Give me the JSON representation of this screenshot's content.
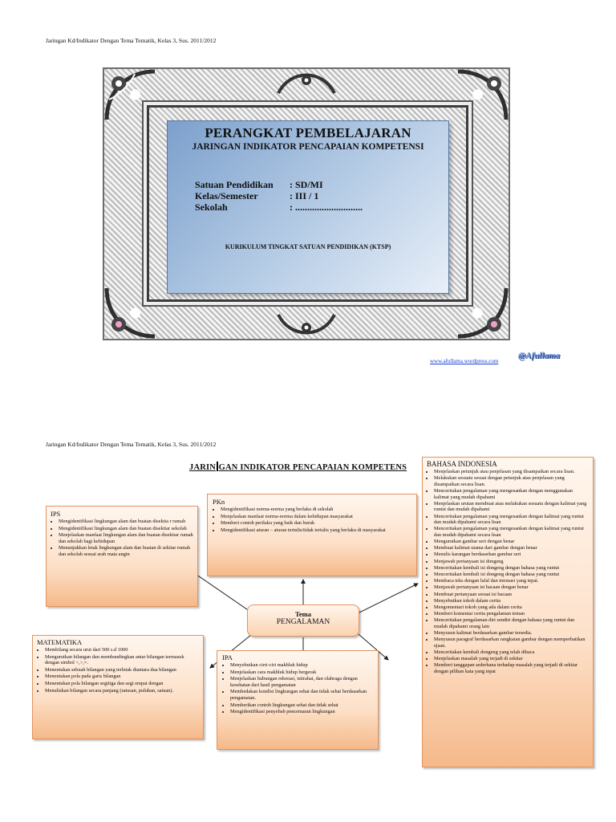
{
  "page1": {
    "header": "Jaringan Kd/Indikator Dengan Tema Tematik, Kelas 3, Sus. 2011/2012",
    "cover": {
      "title": "PERANGKAT PEMBELAJARAN",
      "subtitle": "JARINGAN INDIKATOR PENCAPAIAN KOMPETENSI",
      "rows": [
        {
          "label": "Satuan Pendidikan",
          "value": ": SD/MI"
        },
        {
          "label": "Kelas/Semester",
          "value": ": III / 1"
        },
        {
          "label": "Sekolah",
          "value": ": ............................"
        }
      ],
      "curriculum": "KURIKULUM TINGKAT SATUAN PENDIDIKAN (KTSP)"
    },
    "link": "www.afullama.wordpress.com",
    "handle": "@Afullama"
  },
  "page2": {
    "header": "Jaringan Kd/Indikator Dengan Tema Tematik, Kelas 3, Sus. 2011/2012",
    "map_title_a": "JARIN",
    "map_title_b": "GAN INDIKATOR PENCAPAIAN KOMPETENS",
    "center": {
      "line1": "Tema",
      "line2": "PENGALAMAN"
    },
    "ips": {
      "title": "IPS",
      "items": [
        "Mengidentifikasi lingkungan alam dan buatan disekita r rumah",
        "Mengidentifikasi lingkungan alam dan buatan disekitar sekolah",
        "Menjelaskan manfaat lingkungan alam dan buatan disekitar rumah dan sekolah bagi kehidupan",
        "Menunjukkan letak lingkungan alam dan buatan di sekitar rumah dan sekolah sesuai arah mata angin"
      ]
    },
    "pkn": {
      "title": "PKn",
      "items": [
        "Mengidentifikasi norma-norma yang berlaku di sekolah",
        "Menjelaskan manfaat norma-norma dalam kehidupan masyarakat",
        "Memberi contoh perilaku yang baik dan buruk",
        "Mengidentifikasi aturan – aturan tertulis/tidak tertulis yang berlaku di masyarakat"
      ]
    },
    "matematika": {
      "title": "MATEMATIKA",
      "items": [
        "Membilang secara urut dari 500 s.d 1000",
        "Mengurutkan bilangan dan membandingkan antar bilangan termasuk dengan simbol <,>,=.",
        "Menentukan sebuah bilangan yang terletak diantara dua bilangan",
        "Menentukan pola pada garis bilangan",
        "Menentukan pola bilangan segitiga dan segi empat dengan",
        "Menuliskan bilangan secara panjang (ratusan, puluhan, satuan)."
      ]
    },
    "ipa": {
      "title": "IPA",
      "items": [
        "Menyebutkan cirri-ciri makhluk hidup",
        "Menjelaskan cara makhluk hidup bergerak",
        "Menjelaskan hubungan rekreasi, istirahat, dan olahraga dengan kesehatan dari hasil pengamatan",
        "Membedakan kondisi lingkungan sehat dan tidak sehat berdasarkan pengamatan.",
        "Memberikan contoh lingkungan sehat dan tidak sehat",
        "Mengidentifikasi penyebab pencemaran lingkungan"
      ]
    },
    "bahasa": {
      "title": "BAHASA INDONESIA",
      "items": [
        "Menjelaskan petunjuk atau penjelasan yang disampaikan secara lisan.",
        "Melakukan sesuatu sesuai dengan petunjuk atau penjelasan yang disampaikan secara lisan.",
        "Menceritakan pengalaman yang mengesankan dengan menggunakan kalimat yang mudah dipahami",
        "Menjelaskan urutan membuat atau melakukan sesuatu dengan kalimat yang runtut dan mudah dipahami",
        "Menceritakan pengalaman yang mengesankan dengan kalimat yang runtut dan mudah dipahami secara lisan",
        "Menceritakan pengalaman yang mengesankan dengan kalimat yang runtut dan mudah dipahami secara lisan",
        "Mengurutkan gambar seri dengan benar",
        "Membuat kalimat utama dari gambar dengan benar",
        "Menulis karangan berdasarkan gambar seri",
        "Menjawab pertanyaan isi dongeng",
        "Menceritakan kembali isi dongeng dengan bahasa yang runtut",
        "Menceritakan kembali isi dongeng dengan bahasa yang runtut",
        "Membaca teks dengan lafal dan intonasi yang tepat.",
        "Menjawab pertanyaan isi bacaan dengan benar",
        "Membuat pertanyaan sesuai isi bacaan",
        "Menyebutkan tokoh dalam cerita",
        "Mengomentari tokoh yang ada dalam cerita",
        "Memberi komentar cerita pengalaman teman",
        "Menceritakan pengalaman diri sendiri dengan bahasa yang runtut dan mudah dipahami orang lain",
        "Menyusun kalimat berdasarkan gambar tersedia.",
        "Menyusun paragraf berdasarkan rangkaian gambar dengan memperhatikan ejaan.",
        "Menceritakan kembali dongeng yang telah dibaca",
        "Menjelaskan masalah yang terjadi di sekitar",
        "Memberi tanggapan sederhana terhadap masalah yang terjadi di sekitar dengan pilihan kata yang tepat"
      ]
    }
  }
}
